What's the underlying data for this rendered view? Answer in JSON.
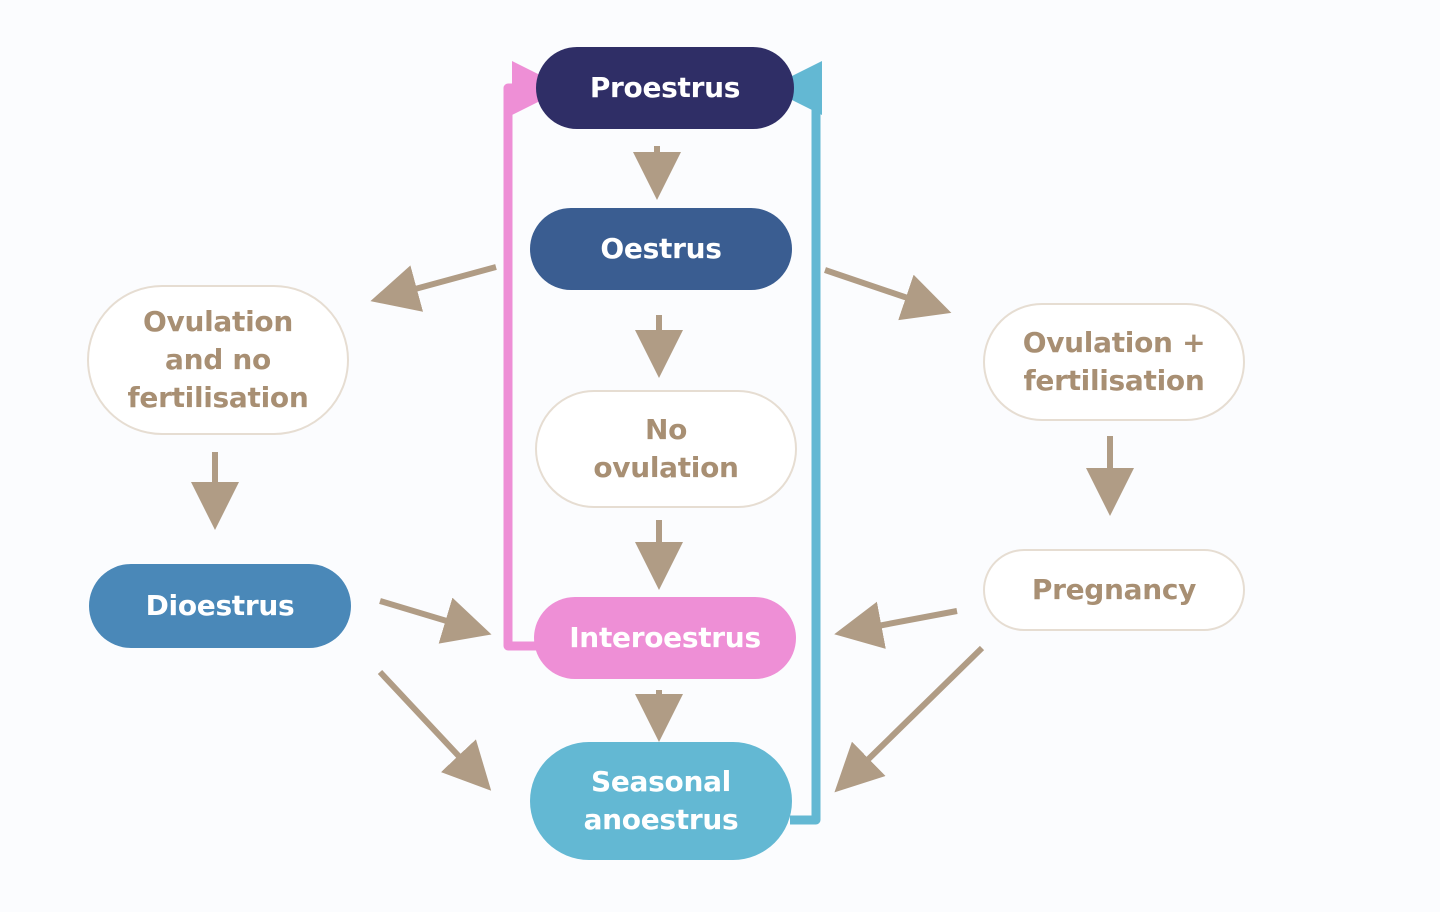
{
  "colors": {
    "proestrus": "#2f2e66",
    "oestrus": "#3a5d91",
    "dioestrus": "#4a88b8",
    "interoestrus": "#ee8fd6",
    "seasonal_anoestrus": "#63b8d3",
    "outline_text": "#a88f73",
    "outline_border": "#e6ddd2",
    "arrow": "#b09c85",
    "pink_loop": "#ee8fd6",
    "blue_loop": "#63b8d3"
  },
  "nodes": {
    "proestrus": "Proestrus",
    "oestrus": "Oestrus",
    "no_ovulation": "No\novulation",
    "interoestrus": "Interoestrus",
    "seasonal_anoestrus": "Seasonal\nanoestrus",
    "ovulation_no_fertilisation": "Ovulation\nand no\nfertilisation",
    "dioestrus": "Dioestrus",
    "ovulation_fertilisation": "Ovulation +\nfertilisation",
    "pregnancy": "Pregnancy"
  }
}
